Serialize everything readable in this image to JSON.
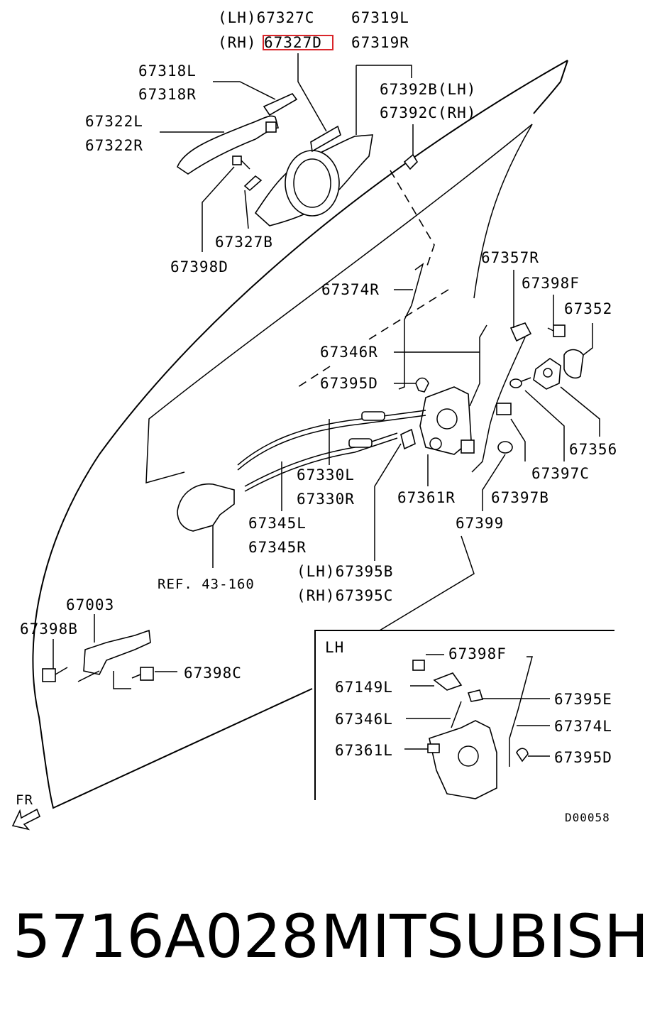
{
  "labels": {
    "top_lh": "(LH)67327C",
    "top_rh_prefix": "(RH)",
    "top_rh_part": "67327D",
    "p67319L": "67319L",
    "p67319R": "67319R",
    "p67318L": "67318L",
    "p67318R": "67318R",
    "p67322L": "67322L",
    "p67322R": "67322R",
    "p67392B": "67392B(LH)",
    "p67392C": "67392C(RH)",
    "p67327B": "67327B",
    "p67398D": "67398D",
    "p67357R": "67357R",
    "p67398F": "67398F",
    "p67352": "67352",
    "p67374R": "67374R",
    "p67346R": "67346R",
    "p67395D": "67395D",
    "p67356": "67356",
    "p67397C": "67397C",
    "p67330L": "67330L",
    "p67330R": "67330R",
    "p67361R": "67361R",
    "p67397B": "67397B",
    "p67399": "67399",
    "p67345L": "67345L",
    "p67345R": "67345R",
    "ref": "REF. 43-160",
    "p67395B": "(LH)67395B",
    "p67395C": "(RH)67395C",
    "p67003": "67003",
    "p67398B": "67398B",
    "p67398C": "67398C",
    "inset_title": "LH",
    "in67398F": "67398F",
    "in67149L": "67149L",
    "in67395E": "67395E",
    "in67346L": "67346L",
    "in67374L": "67374L",
    "in67361L": "67361L",
    "in67395D": "67395D",
    "fr": "FR",
    "code": "D00058"
  },
  "highlight_color": "#d9252a",
  "footer": {
    "part_number": "5716A028",
    "brand": "MITSUBISHI"
  }
}
